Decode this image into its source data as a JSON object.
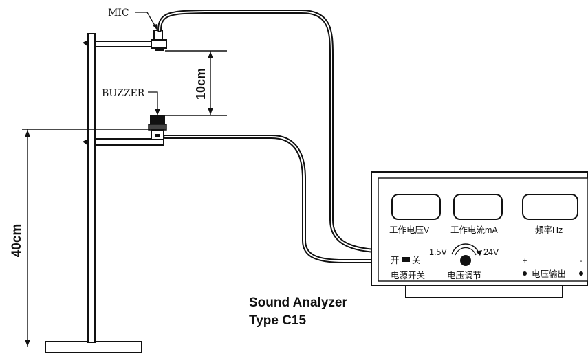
{
  "labels": {
    "mic": "MIC",
    "buzzer": "BUZZER",
    "distance_gap": "10cm",
    "height": "40cm",
    "device_name": "Sound Analyzer",
    "device_type": "Type C15"
  },
  "panel": {
    "display_voltage": "工作电压V",
    "display_current": "工作电流mA",
    "display_frequency": "频率Hz",
    "switch_on": "开",
    "switch_off": "关",
    "power_switch": "电源开关",
    "knob_min": "1.5V",
    "knob_max": "24V",
    "voltage_adjust": "电压调节",
    "plus": "+",
    "minus": "-",
    "voltage_output": "电压输出"
  },
  "colors": {
    "line": "#111111",
    "panel_fill": "#ffffff"
  }
}
